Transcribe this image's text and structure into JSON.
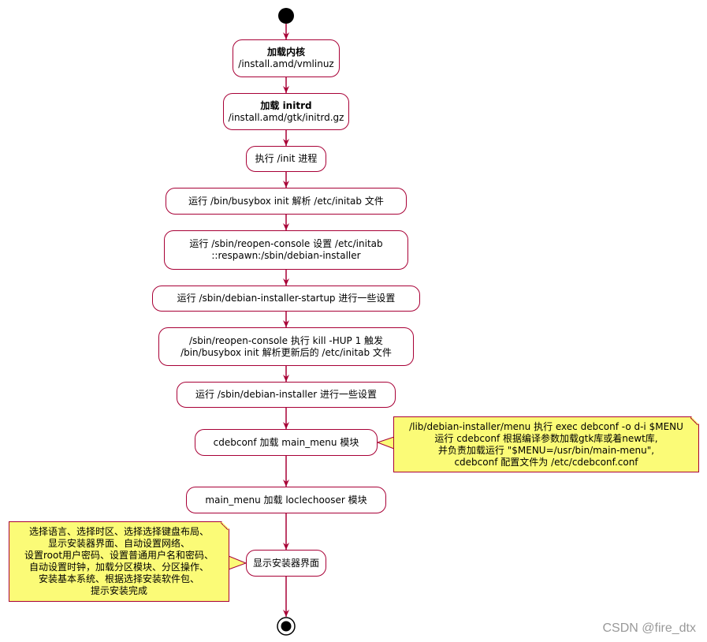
{
  "nodes": [
    {
      "id": "n1",
      "line1": "加载内核",
      "line2": "/install.amd/vmlinuz"
    },
    {
      "id": "n2",
      "line1": "加载 initrd",
      "line2": "/install.amd/gtk/initrd.gz"
    },
    {
      "id": "n3",
      "text": "执行 /init 进程"
    },
    {
      "id": "n4",
      "text": "运行 /bin/busybox init 解析  /etc/initab 文件"
    },
    {
      "id": "n5",
      "line1": "运行 /sbin/reopen-console 设置 /etc/initab",
      "line2": "::respawn:/sbin/debian-installer"
    },
    {
      "id": "n6",
      "text": "运行 /sbin/debian-installer-startup 进行一些设置"
    },
    {
      "id": "n7",
      "line1": "/sbin/reopen-console 执行 kill -HUP 1 触发",
      "line2": "/bin/busybox init 解析更新后的 /etc/initab 文件"
    },
    {
      "id": "n8",
      "text": "运行 /sbin/debian-installer 进行一些设置"
    },
    {
      "id": "n9",
      "text": "cdebconf 加载 main_menu 模块"
    },
    {
      "id": "n10",
      "text": "main_menu 加载 loclechooser 模块"
    },
    {
      "id": "n11",
      "text": "显示安装器界面"
    }
  ],
  "notes": {
    "right": [
      "/lib/debian-installer/menu 执行 exec debconf -o d-i $MENU",
      "运行 cdebconf 根据编译参数加载gtk库或着newt库,",
      "并负责加载运行 \"$MENU=/usr/bin/main-menu\",",
      "cdebconf 配置文件为 /etc/cdebconf.conf"
    ],
    "left": [
      "选择语言、选择时区、选择选择键盘布局、",
      "显示安装器界面、自动设置网络、",
      "设置root用户密码、设置普通用户名和密码、",
      "自动设置时钟，加载分区模块、分区操作、",
      "安装基本系统、根据选择安装软件包、",
      "提示安装完成"
    ]
  },
  "watermark": "CSDN @fire_dtx",
  "colors": {
    "border": "#a80036",
    "node_fill": "#fefece",
    "note_fill": "#fbfb77",
    "start": "#000000"
  }
}
